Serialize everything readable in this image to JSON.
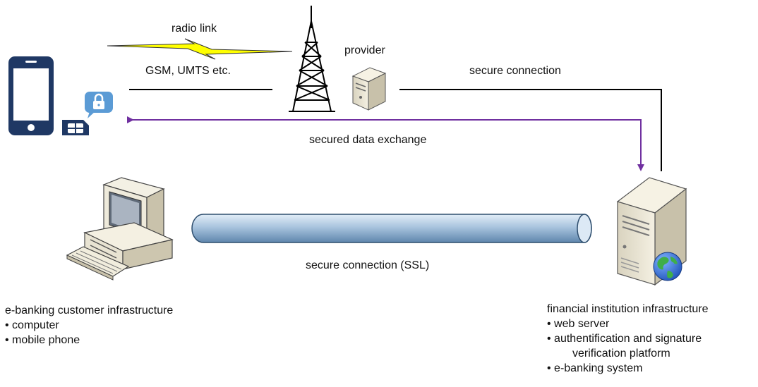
{
  "labels": {
    "radio_link": "radio link",
    "gsm": "GSM, UMTS etc.",
    "provider": "provider",
    "secure_connection": "secure connection",
    "secured_data_exchange": "secured data exchange",
    "ssl": "secure connection (SSL)"
  },
  "customer": {
    "title": "e-banking customer infrastructure",
    "items": [
      "computer",
      "mobile phone"
    ]
  },
  "institution": {
    "title": "financial institution infrastructure",
    "items": [
      "web server",
      "authentification and signature",
      "verification platform",
      "e-banking system"
    ]
  },
  "colors": {
    "link": "#000000",
    "exchange_arrow": "#7030a0",
    "lightning": "#ffff00",
    "tube": "#a9c4de",
    "phone": "#1f3864",
    "lock_bubble": "#5b9bd5"
  }
}
